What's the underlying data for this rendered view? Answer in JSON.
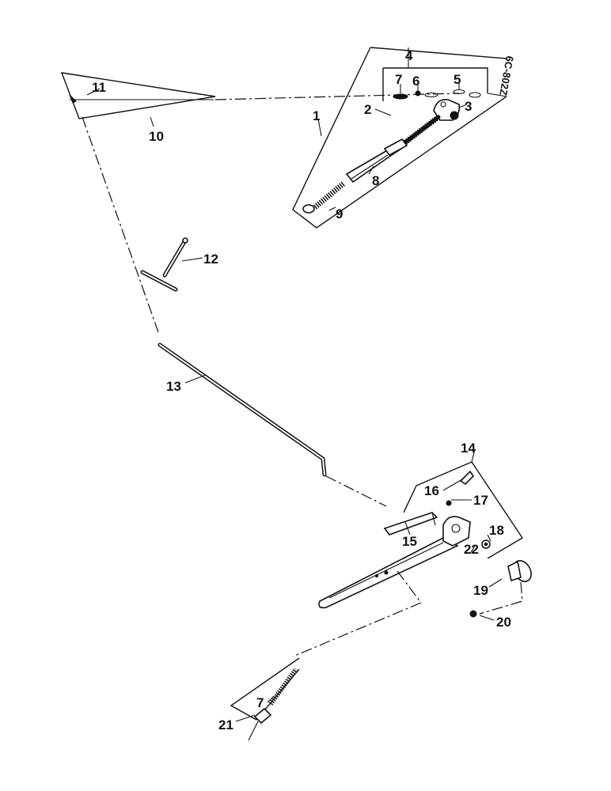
{
  "figure_code": "6C-802Z",
  "callouts": {
    "c1": "1",
    "c2": "2",
    "c3": "3",
    "c4": "4",
    "c5": "5",
    "c6": "6",
    "c7a": "7",
    "c8": "8",
    "c9": "9",
    "c10": "10",
    "c11": "11",
    "c12": "12",
    "c13": "13",
    "c14": "14",
    "c15": "15",
    "c16": "16",
    "c17": "17",
    "c18": "18",
    "c19": "19",
    "c20": "20",
    "c21": "21",
    "c22": "22",
    "c7b": "7"
  }
}
